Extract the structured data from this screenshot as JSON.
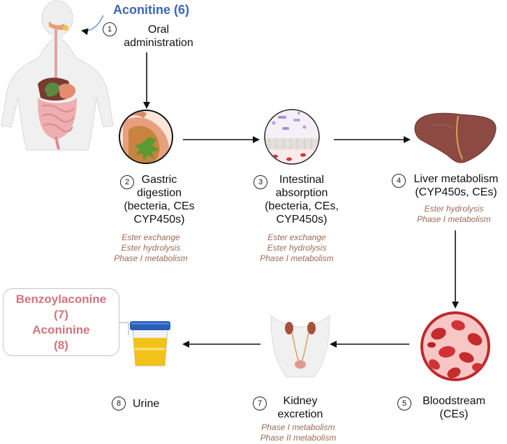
{
  "title": "Aconitine (6)",
  "steps": [
    {
      "num": "1",
      "lines": [
        "Oral",
        "administration"
      ],
      "notes": []
    },
    {
      "num": "2",
      "lines": [
        "Gastric",
        "digestion",
        "(becteria, CEs",
        "CYP450s)"
      ],
      "notes": [
        "Ester exchange",
        "Ester hydrolysis",
        "Phase I metabolism"
      ]
    },
    {
      "num": "3",
      "lines": [
        "Intestinal",
        "absorption",
        "(becteria,  CEs,",
        "CYP450s)"
      ],
      "notes": [
        "Ester exchange",
        "Ester hydrolysis",
        "Phase I metabolism"
      ]
    },
    {
      "num": "4",
      "lines": [
        "Liver metabolism",
        "(CYP450s,  CEs)"
      ],
      "notes": [
        "Ester hydrolysis",
        "Phase I metabolism"
      ]
    },
    {
      "num": "5",
      "lines": [
        "Bloodstream",
        "(CEs)"
      ],
      "notes": []
    },
    {
      "num": "7",
      "lines": [
        "Kidney",
        "excretion"
      ],
      "notes": [
        "Phase I metabolism",
        "Phase II metabolism"
      ]
    },
    {
      "num": "8",
      "lines": [
        "Urine"
      ],
      "notes": []
    }
  ],
  "metabolites": [
    "Benzoylaconine",
    "(7)",
    "Aconinine",
    "(8)"
  ],
  "colors": {
    "title": "#3a67b5",
    "metabolite_text": "#d5737d",
    "note_text": "#9b6b55",
    "liver": "#8c4a43",
    "blood": "#c0282c",
    "urine": "#f2c21b",
    "cup_lid": "#2b5db8"
  }
}
